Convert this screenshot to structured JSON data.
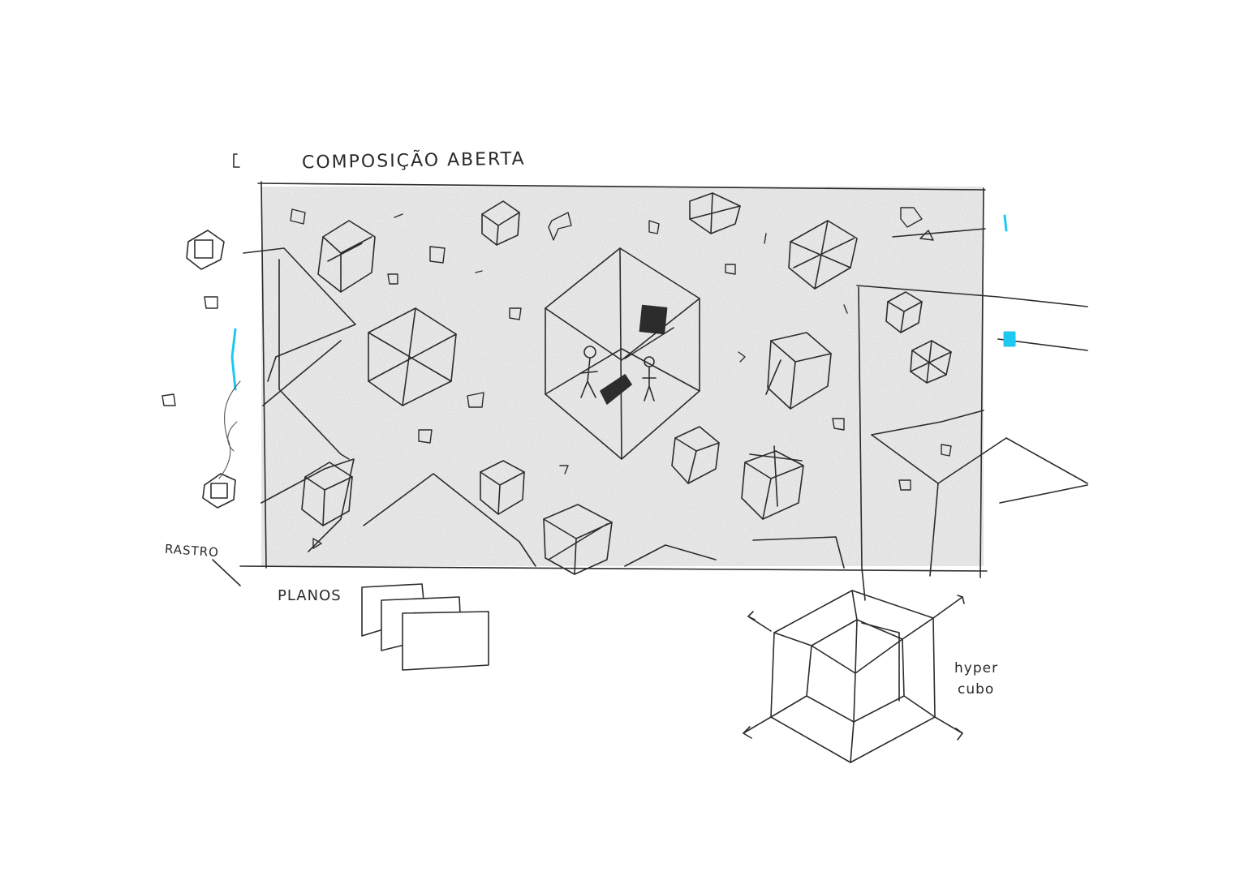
{
  "sketch": {
    "title": "COMPOSIÇÃO ABERTA",
    "labels": {
      "rastro": "RASTRO",
      "planos": "PLANOS",
      "hyper_line1": "hyper",
      "hyper_line2": "cubo"
    },
    "colors": {
      "paper": "#ffffff",
      "pencil": "#2c2c2c",
      "graphite_shade": "#bdbdbd",
      "accent_cyan": "#1ec8f0"
    }
  }
}
